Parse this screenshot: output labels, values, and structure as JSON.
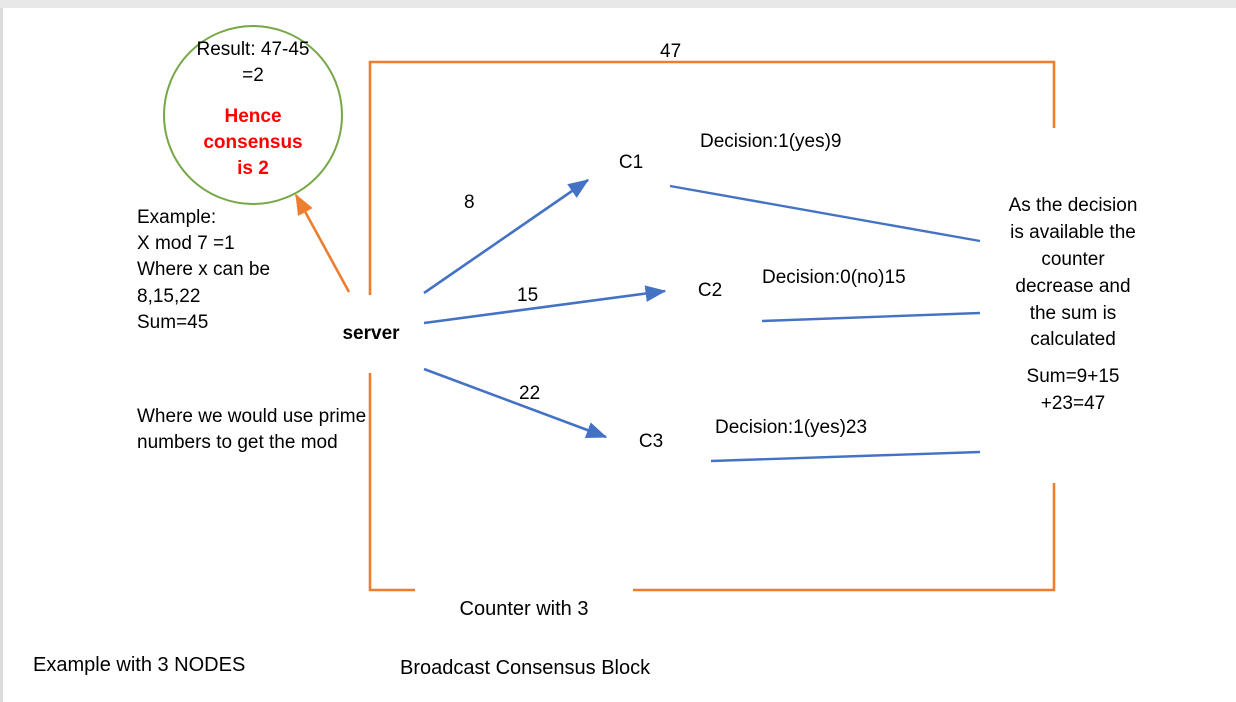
{
  "diagram": {
    "title_caption_left": "Example with 3 NODES",
    "title_caption_bottom": "Broadcast Consensus Block",
    "colors": {
      "node_border_green": "#76A746",
      "arrow_blue": "#4472C4",
      "loop_orange": "#ED7D31",
      "highlight_red": "#FF0000",
      "text_black": "#000000",
      "background": "#FFFFFF"
    }
  },
  "result_circle": {
    "result_text": "Result: 47-45 =2",
    "consensus_text": "Hence consensus is 2"
  },
  "notes": {
    "example_block": "Example:\nX mod 7 =1\nWhere x can be\n8,15,22\nSum=45",
    "prime_block": "Where we would use prime numbers to get the mod"
  },
  "nodes": {
    "server": "server",
    "c1": "C1",
    "c2": "C2",
    "c3": "C3",
    "counter": "Counter with 3",
    "right_box_body": "As the decision is available the counter decrease and the sum is calculated",
    "right_box_sum": "Sum=9+15 +23=47"
  },
  "edge_labels": {
    "loop_top": "47",
    "server_to_c1": "8",
    "server_to_c2": "15",
    "server_to_c3": "22",
    "c1_decision": "Decision:1(yes)9",
    "c2_decision": "Decision:0(no)15",
    "c3_decision": "Decision:1(yes)23"
  }
}
